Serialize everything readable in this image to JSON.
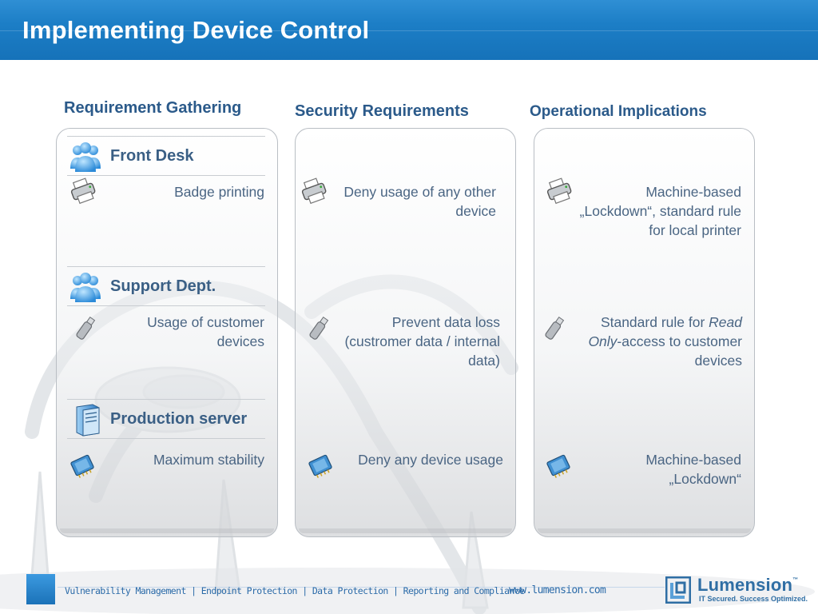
{
  "title": "Implementing Device Control",
  "columns": {
    "requirement": "Requirement Gathering",
    "security": "Security Requirements",
    "operational": "Operational Implications"
  },
  "sections": [
    {
      "heading": "Front Desk",
      "heading_icon": "users-icon",
      "device_icon": "printer-icon",
      "requirement": "Badge printing",
      "security": "Deny usage of any other device",
      "operational": "Machine-based „Lockdown“, standard rule for local printer"
    },
    {
      "heading": "Support Dept.",
      "heading_icon": "users-icon",
      "device_icon": "usb-drive-icon",
      "requirement": "Usage of customer devices",
      "security": "Prevent data loss (custromer data / internal data)",
      "operational_prefix": "Standard rule for ",
      "operational_em": "Read Only",
      "operational_suffix": "-access to customer devices"
    },
    {
      "heading": "Production server",
      "heading_icon": "server-icon",
      "device_icon": "chip-icon",
      "requirement": "Maximum stability",
      "security": "Deny any device usage",
      "operational": "Machine-based „Lockdown“"
    }
  ],
  "footer": {
    "tagline": "Vulnerability Management | Endpoint Protection | Data Protection | Reporting and Compliance",
    "url": "www.lumension.com",
    "logo_name": "Lumension",
    "logo_tm": "™",
    "logo_slogan": "IT Secured. Success Optimized."
  },
  "colors": {
    "header": "#1c7ec6",
    "heading_text": "#2b5a8a",
    "body_text": "#4a6583"
  }
}
